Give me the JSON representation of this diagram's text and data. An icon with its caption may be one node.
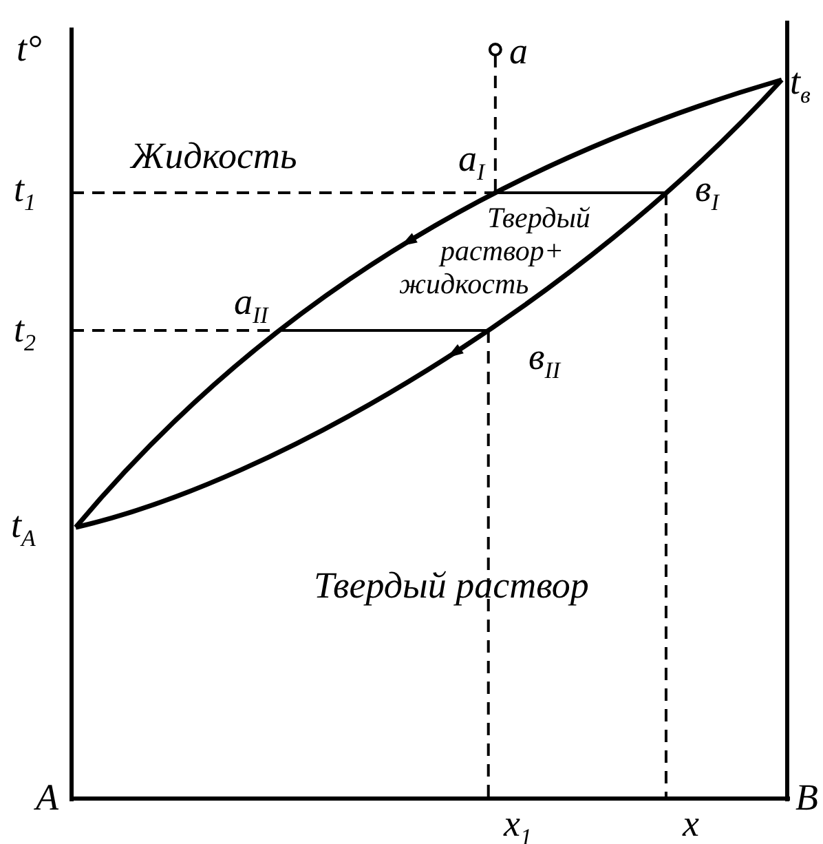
{
  "diagram": {
    "labels": [
      "t°",
      "a",
      "t$_{в}$",
      "Жидкость",
      "a$_{I}$",
      "t$_{1}$",
      "в$_{I}$",
      "Твердый раствор+ жидкость",
      "a$_{II}$",
      "t$_{2}$",
      "в$_{II}$",
      "t$_{A}$",
      "Твердый раствор",
      "A",
      "x$_{1}$",
      "x",
      "B"
    ]
  }
}
